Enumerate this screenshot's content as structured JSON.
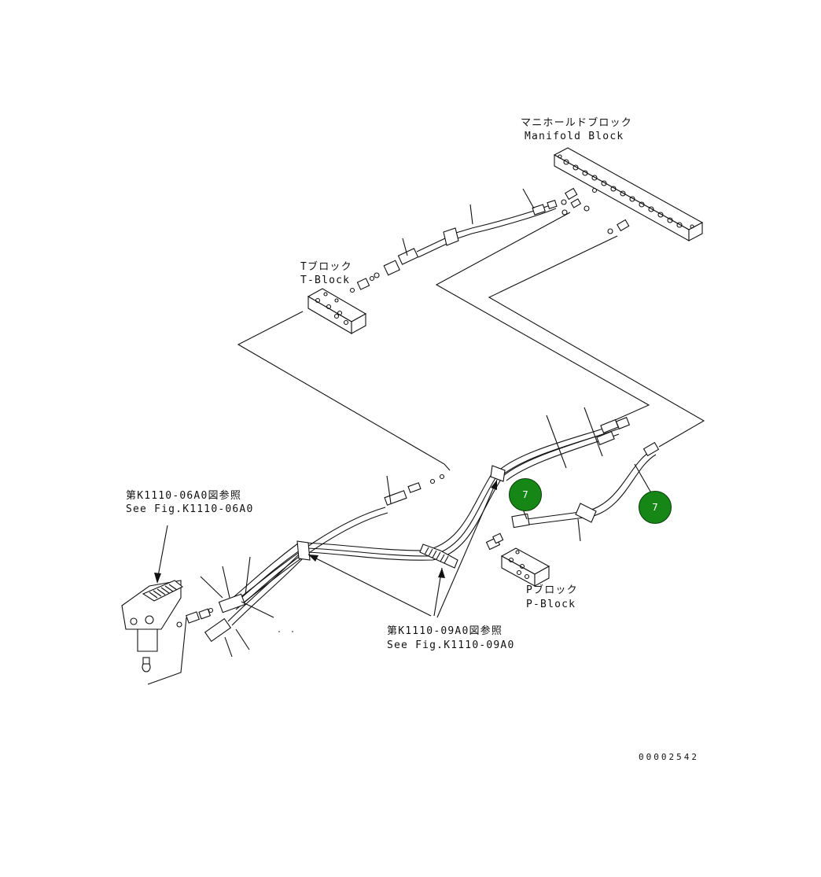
{
  "labels": {
    "manifold_jp": "マニホールドブロック",
    "manifold_en": "Manifold Block",
    "tblock_jp": "Tブロック",
    "tblock_en": "T-Block",
    "pblock_jp": "Pブロック",
    "pblock_en": "P-Block",
    "ref1_jp": "第K1110-06A0図参照",
    "ref1_en": "See Fig.K1110-06A0",
    "ref2_jp": "第K1110-09A0図参照",
    "ref2_en": "See Fig.K1110-09A0",
    "drawing_number": "00002542"
  },
  "callouts": [
    {
      "number": "7"
    },
    {
      "number": "7"
    }
  ],
  "colors": {
    "callout_fill": "#168716",
    "line": "#111111"
  }
}
